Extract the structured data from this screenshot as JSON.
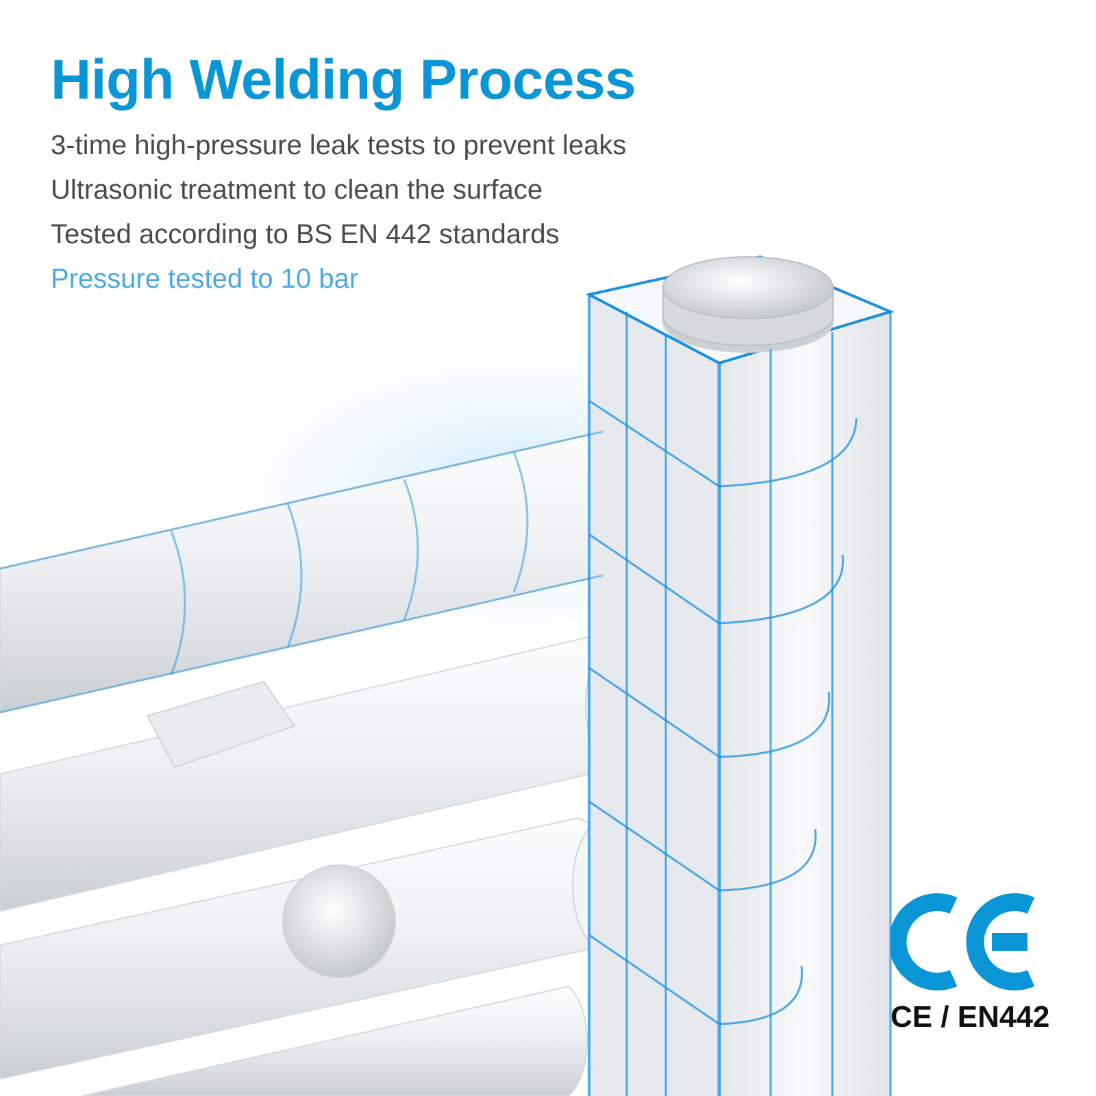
{
  "headline": {
    "title": "High Welding Process",
    "color": "#0a96d6"
  },
  "features": [
    {
      "text": "3-time high-pressure leak tests to prevent leaks",
      "color": "#4a4a4a"
    },
    {
      "text": "Ultrasonic treatment to clean the surface",
      "color": "#4a4a4a"
    },
    {
      "text": "Tested according to BS EN 442 standards",
      "color": "#4a4a4a"
    },
    {
      "text": "Pressure tested to 10 bar",
      "color": "#4aa8e0"
    }
  ],
  "certification": {
    "mark": "CE",
    "caption": "CE / EN442",
    "color": "#0a96d6"
  },
  "product": {
    "finish_color": "#f2f4f6",
    "grid_color": "#1a8fe0"
  }
}
